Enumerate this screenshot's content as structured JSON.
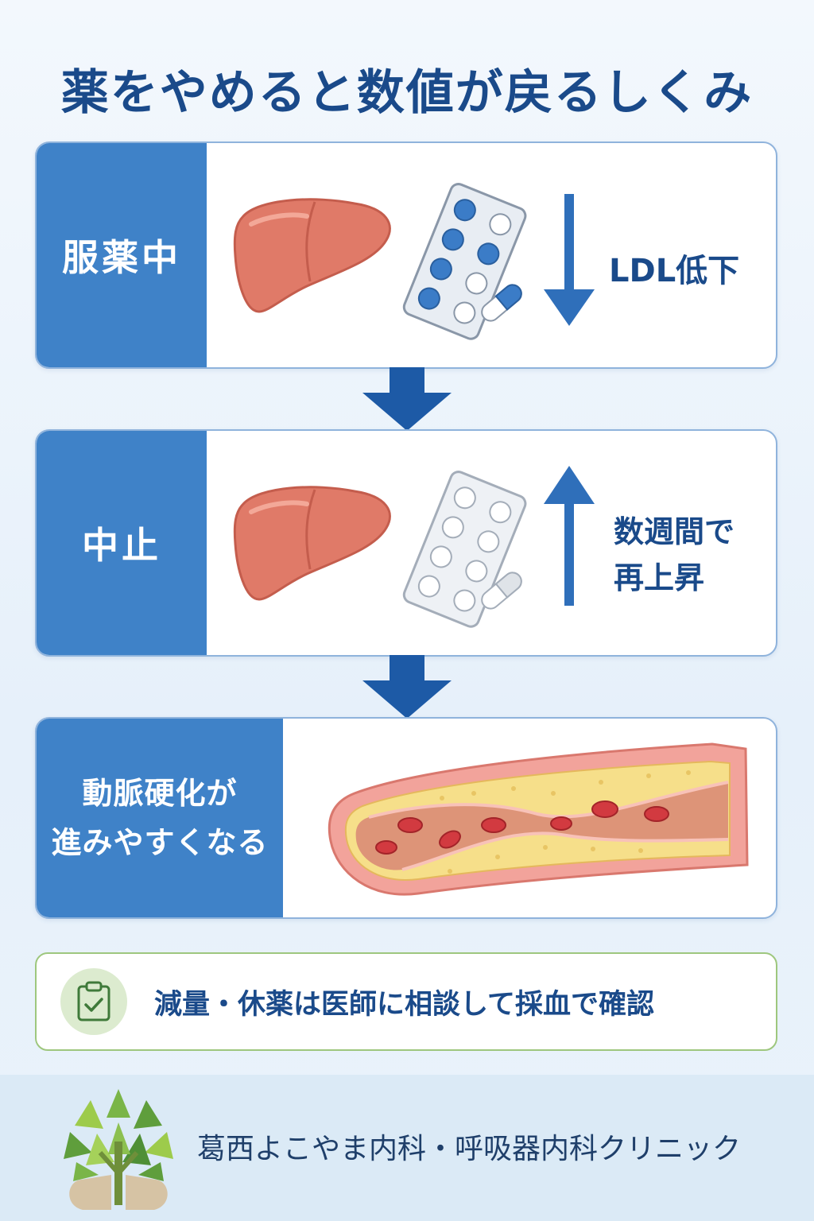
{
  "title": "薬をやめると数値が戻るしくみ",
  "panels": [
    {
      "label": "服薬中",
      "indicator": "LDL低下",
      "arrow": "down"
    },
    {
      "label": "中止",
      "indicator_lines": [
        "数週間で",
        "再上昇"
      ],
      "arrow": "up"
    },
    {
      "label_lines": [
        "動脈硬化が",
        "進みやすくなる"
      ]
    }
  ],
  "note": {
    "text": "減量・休薬は医師に相談して採血で確認",
    "icon": "clipboard-check-icon"
  },
  "footer": {
    "clinic_name": "葛西よこやま内科・呼吸器内科クリニック",
    "logo": "tree-logo-icon"
  },
  "colors": {
    "title": "#1a4a8a",
    "side_panel": "#3f82c8",
    "flow_arrow": "#1d5aa6",
    "liver": "#e07a68",
    "note_border": "#9ec77e"
  }
}
